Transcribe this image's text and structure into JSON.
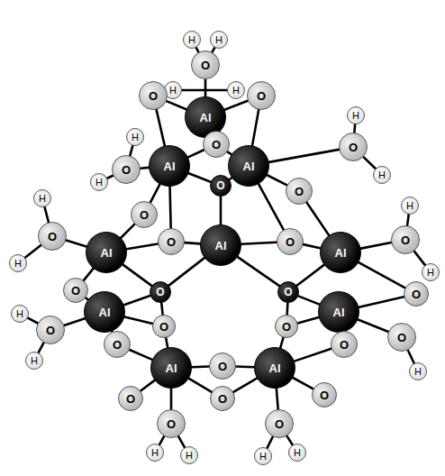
{
  "diagram": {
    "nodes": [
      {
        "text": [
          "H"
        ]
      },
      {
        "text": [
          "H"
        ]
      },
      {
        "text": [
          "O"
        ]
      },
      {
        "text": [
          "H"
        ]
      },
      {
        "text": [
          "H"
        ]
      },
      {
        "text": [
          "O"
        ]
      },
      {
        "text": [
          "O"
        ]
      },
      {
        "text": [
          "Al"
        ]
      },
      {
        "text": [
          "H"
        ]
      },
      {
        "text": [
          "H"
        ]
      },
      {
        "text": [
          "O"
        ]
      },
      {
        "text": [
          "O"
        ]
      },
      {
        "text": [
          "H"
        ]
      },
      {
        "text": [
          "H"
        ]
      },
      {
        "text": [
          "Al"
        ]
      },
      {
        "text": [
          "Al"
        ]
      },
      {
        "text": [
          "O"
        ]
      },
      {
        "text": [
          "O"
        ]
      },
      {
        "text": [
          "O"
        ]
      },
      {
        "text": [
          "O"
        ]
      },
      {
        "text": [
          "H"
        ]
      },
      {
        "text": [
          "H"
        ]
      },
      {
        "text": [
          "O"
        ]
      },
      {
        "text": [
          "O"
        ]
      },
      {
        "text": [
          "H"
        ]
      },
      {
        "text": [
          "H"
        ]
      },
      {
        "text": [
          "Al"
        ]
      },
      {
        "text": [
          "Al"
        ]
      },
      {
        "text": [
          "Al"
        ]
      },
      {
        "text": [
          "O"
        ]
      },
      {
        "text": [
          "O"
        ]
      },
      {
        "text": [
          "O"
        ]
      },
      {
        "text": [
          "O"
        ]
      },
      {
        "text": [
          "O"
        ]
      },
      {
        "text": [
          "O"
        ]
      },
      {
        "text": [
          "H"
        ]
      },
      {
        "text": [
          "O"
        ]
      },
      {
        "text": [
          "Al"
        ]
      },
      {
        "text": [
          "Al"
        ]
      },
      {
        "text": [
          "O"
        ]
      },
      {
        "text": [
          "H"
        ]
      },
      {
        "text": [
          "H"
        ]
      },
      {
        "text": [
          "O"
        ]
      },
      {
        "text": [
          "O"
        ]
      },
      {
        "text": [
          "O"
        ]
      },
      {
        "text": [
          "O"
        ]
      },
      {
        "text": [
          "Al"
        ]
      },
      {
        "text": [
          "Al"
        ]
      },
      {
        "text": [
          "O"
        ]
      },
      {
        "text": [
          "O"
        ]
      },
      {
        "text": [
          "O"
        ]
      },
      {
        "text": [
          "O"
        ]
      },
      {
        "text": [
          "O"
        ]
      },
      {
        "text": [
          "O"
        ]
      },
      {
        "text": [
          "H"
        ]
      },
      {
        "text": [
          "H"
        ]
      },
      {
        "text": [
          "H"
        ]
      },
      {
        "text": [
          "H"
        ]
      }
    ],
    "edges": [
      {
        "from": 0,
        "to": 2,
        "arrow": "none"
      },
      {
        "from": 1,
        "to": 2,
        "arrow": "none"
      },
      {
        "from": 2,
        "to": 7,
        "arrow": "none"
      },
      {
        "from": 3,
        "to": 4,
        "arrow": "none"
      },
      {
        "from": 5,
        "to": 7,
        "arrow": "none"
      },
      {
        "from": 6,
        "to": 7,
        "arrow": "none"
      },
      {
        "from": 7,
        "to": 16,
        "arrow": "none"
      },
      {
        "from": 5,
        "to": 14,
        "arrow": "none"
      },
      {
        "from": 6,
        "to": 15,
        "arrow": "none"
      },
      {
        "from": 16,
        "to": 14,
        "arrow": "none"
      },
      {
        "from": 16,
        "to": 15,
        "arrow": "none"
      },
      {
        "from": 8,
        "to": 10,
        "arrow": "none"
      },
      {
        "from": 13,
        "to": 10,
        "arrow": "none"
      },
      {
        "from": 10,
        "to": 14,
        "arrow": "none"
      },
      {
        "from": 9,
        "to": 11,
        "arrow": "none"
      },
      {
        "from": 12,
        "to": 11,
        "arrow": "none"
      },
      {
        "from": 11,
        "to": 15,
        "arrow": "none"
      },
      {
        "from": 14,
        "to": 17,
        "arrow": "none"
      },
      {
        "from": 15,
        "to": 17,
        "arrow": "none"
      },
      {
        "from": 17,
        "to": 27,
        "arrow": "none"
      },
      {
        "from": 14,
        "to": 18,
        "arrow": "none"
      },
      {
        "from": 15,
        "to": 19,
        "arrow": "none"
      },
      {
        "from": 14,
        "to": 29,
        "arrow": "none"
      },
      {
        "from": 15,
        "to": 30,
        "arrow": "none"
      },
      {
        "from": 18,
        "to": 26,
        "arrow": "none"
      },
      {
        "from": 19,
        "to": 28,
        "arrow": "none"
      },
      {
        "from": 20,
        "to": 22,
        "arrow": "none"
      },
      {
        "from": 24,
        "to": 22,
        "arrow": "none"
      },
      {
        "from": 22,
        "to": 26,
        "arrow": "none"
      },
      {
        "from": 21,
        "to": 23,
        "arrow": "none"
      },
      {
        "from": 25,
        "to": 23,
        "arrow": "none"
      },
      {
        "from": 23,
        "to": 28,
        "arrow": "none"
      },
      {
        "from": 26,
        "to": 29,
        "arrow": "none"
      },
      {
        "from": 28,
        "to": 30,
        "arrow": "none"
      },
      {
        "from": 29,
        "to": 27,
        "arrow": "none"
      },
      {
        "from": 30,
        "to": 27,
        "arrow": "none"
      },
      {
        "from": 26,
        "to": 31,
        "arrow": "none"
      },
      {
        "from": 26,
        "to": 32,
        "arrow": "none"
      },
      {
        "from": 27,
        "to": 32,
        "arrow": "none"
      },
      {
        "from": 27,
        "to": 33,
        "arrow": "none"
      },
      {
        "from": 28,
        "to": 33,
        "arrow": "none"
      },
      {
        "from": 28,
        "to": 34,
        "arrow": "none"
      },
      {
        "from": 31,
        "to": 37,
        "arrow": "none"
      },
      {
        "from": 32,
        "to": 37,
        "arrow": "none"
      },
      {
        "from": 33,
        "to": 38,
        "arrow": "none"
      },
      {
        "from": 34,
        "to": 38,
        "arrow": "none"
      },
      {
        "from": 35,
        "to": 36,
        "arrow": "none"
      },
      {
        "from": 41,
        "to": 36,
        "arrow": "none"
      },
      {
        "from": 36,
        "to": 37,
        "arrow": "none"
      },
      {
        "from": 39,
        "to": 40,
        "arrow": "none"
      },
      {
        "from": 39,
        "to": 38,
        "arrow": "none"
      },
      {
        "from": 37,
        "to": 42,
        "arrow": "none"
      },
      {
        "from": 42,
        "to": 46,
        "arrow": "none"
      },
      {
        "from": 32,
        "to": 42,
        "arrow": "none"
      },
      {
        "from": 37,
        "to": 43,
        "arrow": "none"
      },
      {
        "from": 43,
        "to": 46,
        "arrow": "none"
      },
      {
        "from": 38,
        "to": 44,
        "arrow": "none"
      },
      {
        "from": 44,
        "to": 47,
        "arrow": "none"
      },
      {
        "from": 33,
        "to": 44,
        "arrow": "none"
      },
      {
        "from": 38,
        "to": 45,
        "arrow": "none"
      },
      {
        "from": 45,
        "to": 47,
        "arrow": "none"
      },
      {
        "from": 46,
        "to": 48,
        "arrow": "none"
      },
      {
        "from": 47,
        "to": 48,
        "arrow": "none"
      },
      {
        "from": 46,
        "to": 49,
        "arrow": "none"
      },
      {
        "from": 46,
        "to": 50,
        "arrow": "none"
      },
      {
        "from": 47,
        "to": 50,
        "arrow": "none"
      },
      {
        "from": 47,
        "to": 51,
        "arrow": "none"
      },
      {
        "from": 46,
        "to": 52,
        "arrow": "none"
      },
      {
        "from": 47,
        "to": 53,
        "arrow": "none"
      },
      {
        "from": 52,
        "to": 54,
        "arrow": "none"
      },
      {
        "from": 52,
        "to": 55,
        "arrow": "none"
      },
      {
        "from": 53,
        "to": 56,
        "arrow": "none"
      },
      {
        "from": 53,
        "to": 57,
        "arrow": "none"
      }
    ]
  }
}
